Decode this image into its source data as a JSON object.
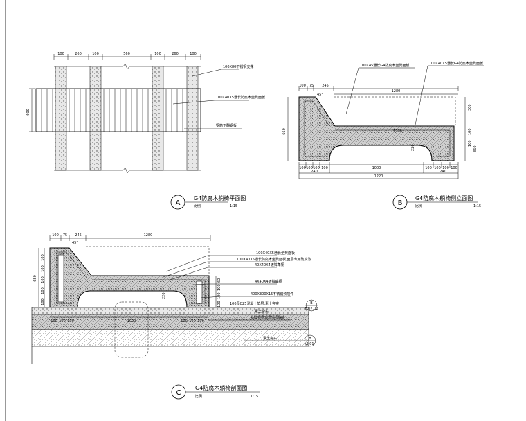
{
  "plan": {
    "top_dims": [
      "100",
      "260",
      "100",
      "560",
      "100",
      "260",
      "100"
    ],
    "left_dim": "600",
    "notes": [
      "100X80不锈钢支撑",
      "100X40X5通长防腐木坐凳面板",
      "钢筋下翻钢板"
    ],
    "marker": "A",
    "title": "G4防腐木躺椅平面图",
    "scale_label": "比例",
    "scale": "1:15"
  },
  "side": {
    "top_dims": [
      "100",
      "75",
      "245"
    ],
    "top_total": "1280",
    "angle": "45°",
    "left_dim": "660",
    "right_dims": [
      "300",
      "100",
      "100",
      "360"
    ],
    "inner_dims": [
      "1200",
      "220"
    ],
    "bottom_dims": [
      "100",
      "100",
      "100",
      "100",
      "1000",
      "100",
      "100",
      "100",
      "100"
    ],
    "bottom_sub": [
      "240",
      "240"
    ],
    "bottom_total": "1220",
    "notes": [
      "100X45通长G4防腐木坐凳面板",
      "100X40X5通长G4防腐木坐凳面板"
    ],
    "marker": "B",
    "title": "G4防腐木躺椅侧立面图",
    "scale_label": "比例",
    "scale": "1:15"
  },
  "section": {
    "top_dims": [
      "100",
      "75",
      "245"
    ],
    "top_total": "1280",
    "angle": "45°",
    "left_dim": "680",
    "left_sub": [
      "100",
      "100",
      "100",
      "100",
      "100"
    ],
    "inner_dims": [
      "220"
    ],
    "right_dims": [
      "60",
      "100",
      "100",
      "100"
    ],
    "notes": [
      "100X40X5通长坐凳面板",
      "100X40X5通长防腐木坐凳面板,面层专用防腐漆",
      "40X40X4镀锌角钢",
      "4X40X4镀锌扁钢",
      "400X300X15不锈钢预埋件",
      "100厚C25混凝土垫层,素土夯实",
      "素土夯实",
      "基础根据现场情况确定"
    ],
    "bottom_dims": [
      "100",
      "100",
      "100",
      "1020",
      "100",
      "100",
      "100"
    ],
    "ref_a": {
      "top": "B",
      "bottom": "6.07.02"
    },
    "ref_b": {
      "label": "素土夯实",
      "top": "B",
      "bottom": "3.01"
    },
    "marker": "C",
    "title": "G4防腐木躺椅剖面图",
    "scale_label": "比例",
    "scale": "1:15"
  }
}
